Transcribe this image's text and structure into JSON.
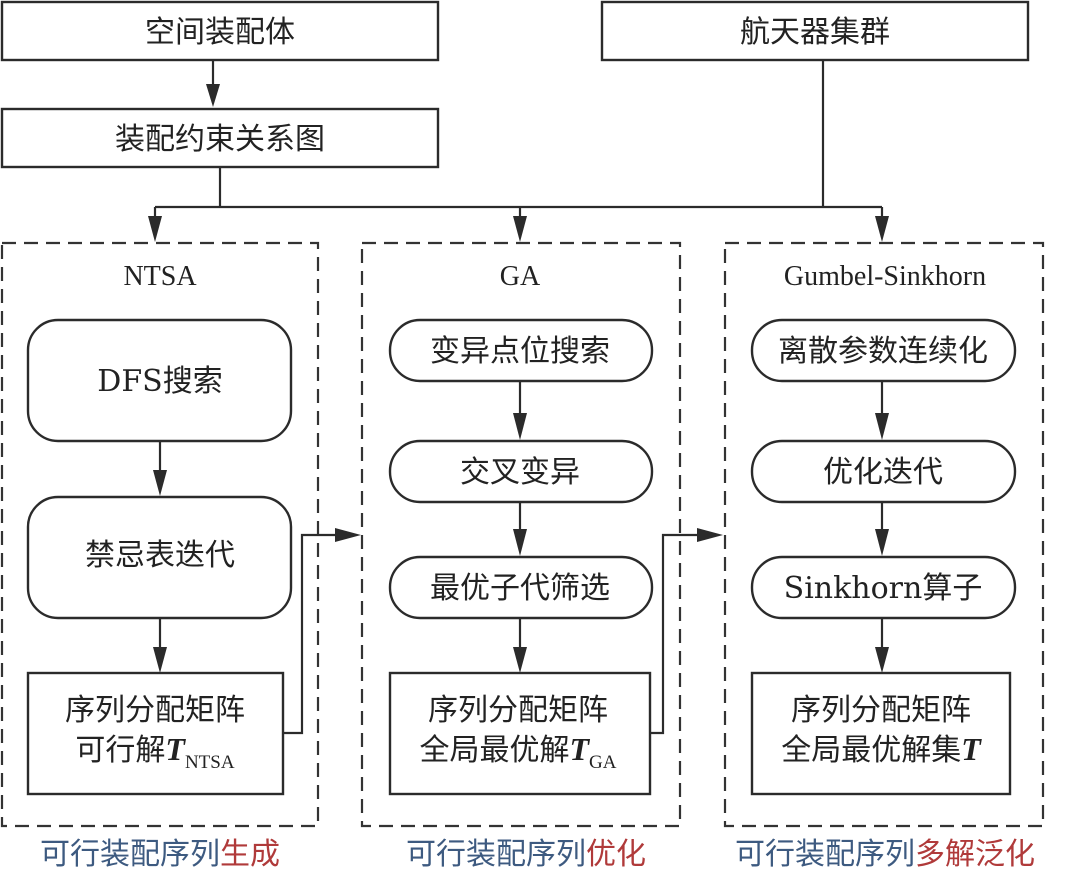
{
  "top": {
    "space_assembly": "空间装配体",
    "spacecraft_cluster": "航天器集群",
    "constraint_graph": "装配约束关系图"
  },
  "columns": [
    {
      "title": "NTSA",
      "steps": [
        "DFS搜索",
        "禁忌表迭代"
      ],
      "result_line1": "序列分配矩阵",
      "result_line2_prefix": "可行解",
      "result_symbol": "T",
      "result_subscript": "NTSA",
      "caption_prefix": "可行装配序列",
      "caption_highlight": "生成"
    },
    {
      "title": "GA",
      "steps": [
        "变异点位搜索",
        "交叉变异",
        "最优子代筛选"
      ],
      "result_line1": "序列分配矩阵",
      "result_line2_prefix": "全局最优解",
      "result_symbol": "T",
      "result_subscript": "GA",
      "caption_prefix": "可行装配序列",
      "caption_highlight": "优化"
    },
    {
      "title": "Gumbel-Sinkhorn",
      "steps": [
        "离散参数连续化",
        "优化迭代",
        "Sinkhorn算子"
      ],
      "result_line1": "序列分配矩阵",
      "result_line2_prefix": "全局最优解集",
      "result_symbol": "T",
      "result_subscript": "",
      "caption_prefix": "可行装配序列",
      "caption_highlight": "多解泛化"
    }
  ],
  "colors": {
    "caption_prefix": "#3d5a80",
    "caption_highlight": "#b03a3a",
    "stroke": "#2b2b2b"
  }
}
